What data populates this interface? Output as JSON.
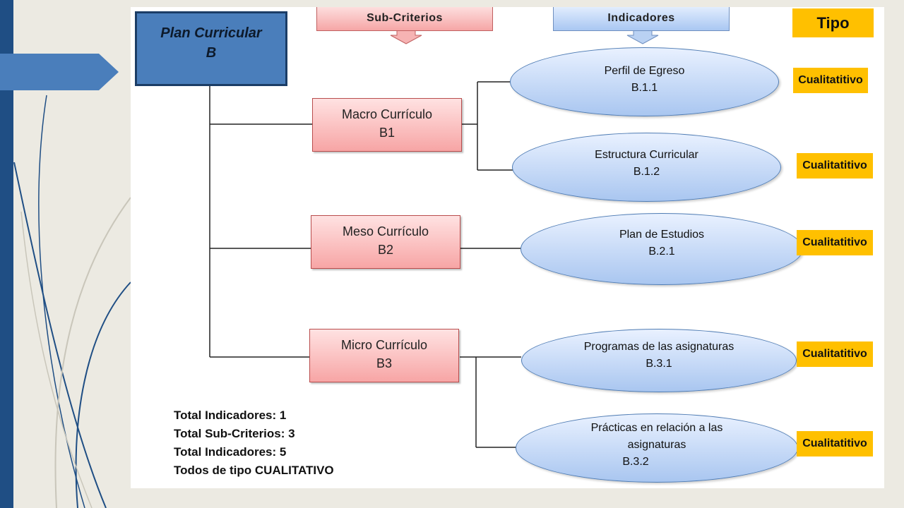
{
  "headers": {
    "sub_criterios": "Sub-Criterios",
    "indicadores": "Indicadores",
    "tipo": "Tipo"
  },
  "root": {
    "line1": "Plan Curricular",
    "line2": "B"
  },
  "sub_criteria": [
    {
      "name": "Macro Currículo",
      "code": "B1"
    },
    {
      "name": "Meso Currículo",
      "code": "B2"
    },
    {
      "name": "Micro Currículo",
      "code": "B3"
    }
  ],
  "indicators": [
    {
      "line1": "Perfil de Egreso",
      "line2": "B.1.1",
      "line3": ""
    },
    {
      "line1": "Estructura Curricular",
      "line2": "B.1.2",
      "line3": ""
    },
    {
      "line1": "Plan de Estudios",
      "line2": "B.2.1",
      "line3": ""
    },
    {
      "line1": "Programas de las asignaturas",
      "line2": "B.3.1",
      "line3": ""
    },
    {
      "line1": "Prácticas en relación a las",
      "line2": "asignaturas",
      "line3": "B.3.2"
    }
  ],
  "tipo_badges": [
    "Cualitatitivo",
    "Cualitatitivo",
    "Cualitatitivo",
    "Cualitatitivo",
    "Cualitatitivo"
  ],
  "totals": [
    "Total  Indicadores: 1",
    "Total Sub-Criterios: 3",
    "Total Indicadores: 5",
    "Todos de tipo CUALITATIVO"
  ],
  "colors": {
    "root_fill": "#4a7ebb",
    "subcriteria_fill": "#f7a5a5",
    "indicator_fill": "#a9c6f0",
    "badge_fill": "#ffc000",
    "sidebar": "#1f4e84"
  }
}
